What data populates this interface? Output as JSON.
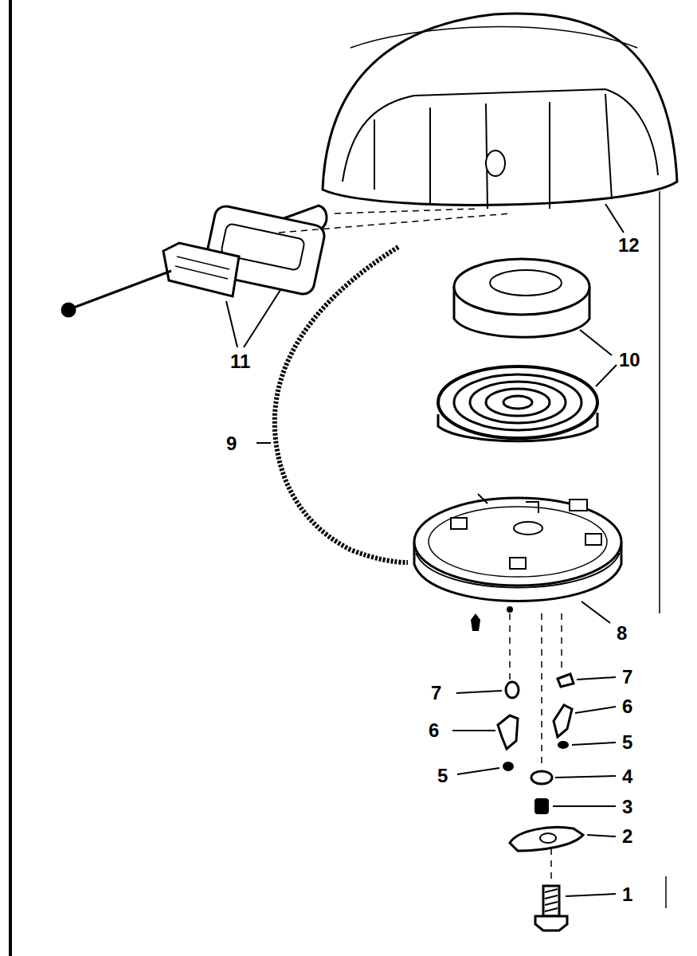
{
  "diagram": {
    "labels": [
      "12",
      "11",
      "10",
      "9",
      "8",
      "7",
      "7",
      "6",
      "6",
      "5",
      "5",
      "4",
      "3",
      "2",
      "1"
    ]
  }
}
